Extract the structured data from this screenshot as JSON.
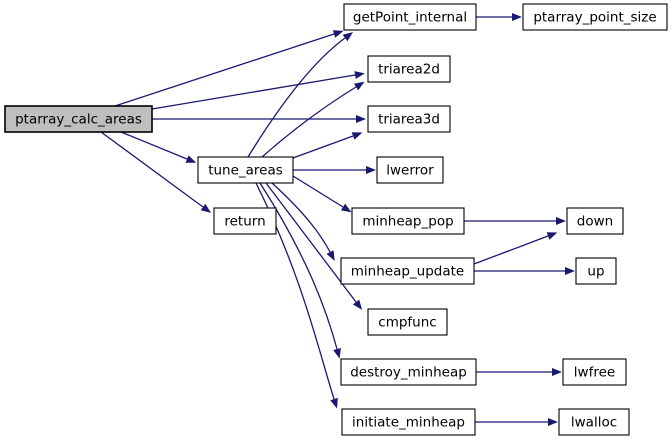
{
  "diagram": {
    "type": "call-graph",
    "root": "ptarray_calc_areas",
    "colors": {
      "edge": "#191970",
      "node_fill": "#ffffff",
      "root_fill": "#bfbfbf",
      "border": "#000000",
      "text": "#000000",
      "background": "#ffffff"
    },
    "nodes": [
      {
        "id": "ptarray_calc_areas",
        "label": "ptarray_calc_areas",
        "root": true
      },
      {
        "id": "getPoint_internal",
        "label": "getPoint_internal"
      },
      {
        "id": "ptarray_point_size",
        "label": "ptarray_point_size"
      },
      {
        "id": "triarea2d",
        "label": "triarea2d"
      },
      {
        "id": "triarea3d",
        "label": "triarea3d"
      },
      {
        "id": "tune_areas",
        "label": "tune_areas"
      },
      {
        "id": "lwerror",
        "label": "lwerror"
      },
      {
        "id": "return",
        "label": "return"
      },
      {
        "id": "minheap_pop",
        "label": "minheap_pop"
      },
      {
        "id": "down",
        "label": "down"
      },
      {
        "id": "minheap_update",
        "label": "minheap_update"
      },
      {
        "id": "up",
        "label": "up"
      },
      {
        "id": "cmpfunc",
        "label": "cmpfunc"
      },
      {
        "id": "destroy_minheap",
        "label": "destroy_minheap"
      },
      {
        "id": "lwfree",
        "label": "lwfree"
      },
      {
        "id": "initiate_minheap",
        "label": "initiate_minheap"
      },
      {
        "id": "lwalloc",
        "label": "lwalloc"
      }
    ],
    "edges": [
      {
        "from": "ptarray_calc_areas",
        "to": "getPoint_internal"
      },
      {
        "from": "ptarray_calc_areas",
        "to": "triarea2d"
      },
      {
        "from": "ptarray_calc_areas",
        "to": "triarea3d"
      },
      {
        "from": "ptarray_calc_areas",
        "to": "tune_areas"
      },
      {
        "from": "ptarray_calc_areas",
        "to": "return"
      },
      {
        "from": "tune_areas",
        "to": "getPoint_internal"
      },
      {
        "from": "tune_areas",
        "to": "triarea2d"
      },
      {
        "from": "tune_areas",
        "to": "triarea3d"
      },
      {
        "from": "tune_areas",
        "to": "lwerror"
      },
      {
        "from": "tune_areas",
        "to": "minheap_pop"
      },
      {
        "from": "tune_areas",
        "to": "minheap_update"
      },
      {
        "from": "tune_areas",
        "to": "cmpfunc"
      },
      {
        "from": "tune_areas",
        "to": "destroy_minheap"
      },
      {
        "from": "tune_areas",
        "to": "initiate_minheap"
      },
      {
        "from": "getPoint_internal",
        "to": "ptarray_point_size"
      },
      {
        "from": "minheap_pop",
        "to": "down"
      },
      {
        "from": "minheap_update",
        "to": "down"
      },
      {
        "from": "minheap_update",
        "to": "up"
      },
      {
        "from": "destroy_minheap",
        "to": "lwfree"
      },
      {
        "from": "initiate_minheap",
        "to": "lwalloc"
      }
    ]
  }
}
